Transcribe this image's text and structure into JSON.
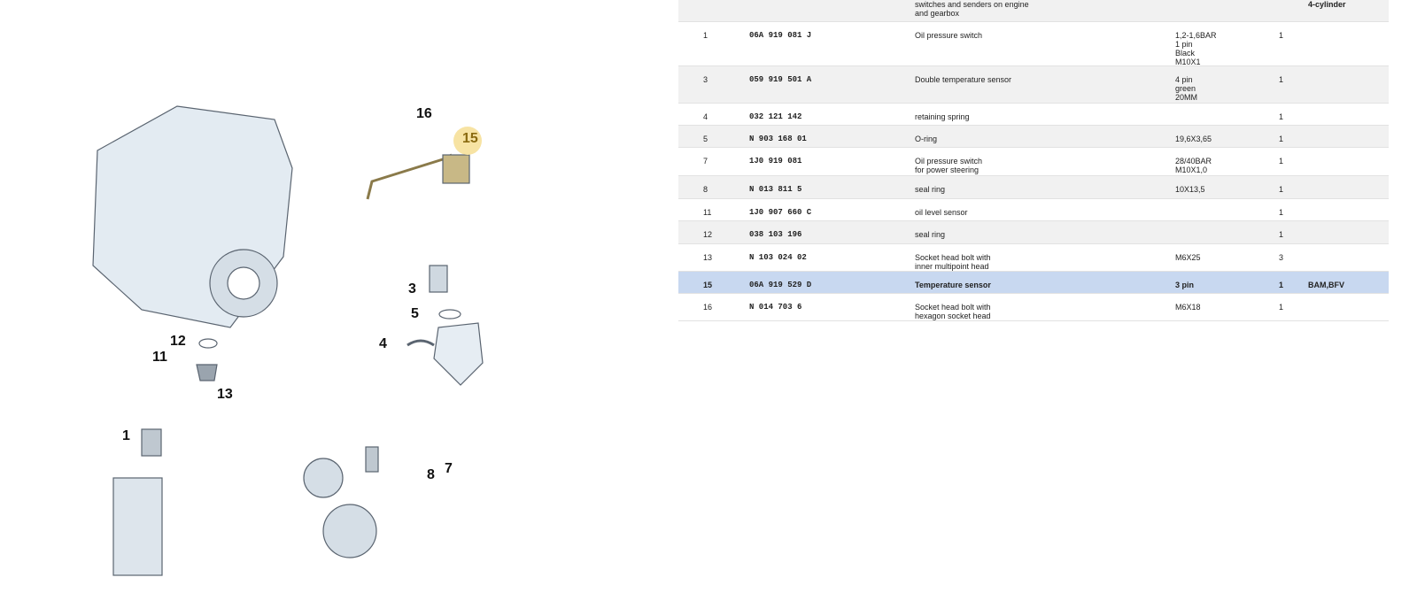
{
  "header": {
    "description": "switches and senders on engine\nand gearbox",
    "model": "4-cylinder"
  },
  "rows": [
    {
      "pos": "1",
      "part": "06A 919 081 J",
      "desc": "Oil pressure switch",
      "note": "1,2-1,6BAR\n1 pin\nBlack\nM10X1",
      "qty": "1",
      "model": ""
    },
    {
      "pos": "3",
      "part": "059 919 501 A",
      "desc": "Double temperature sensor",
      "note": "4 pin\ngreen\n20MM",
      "qty": "1",
      "model": ""
    },
    {
      "pos": "4",
      "part": "032 121 142",
      "desc": "retaining spring",
      "note": "",
      "qty": "1",
      "model": ""
    },
    {
      "pos": "5",
      "part": "N   903 168 01",
      "desc": "O-ring",
      "note": "19,6X3,65",
      "qty": "1",
      "model": ""
    },
    {
      "pos": "7",
      "part": "1J0 919 081",
      "desc": "Oil pressure switch\nfor power steering",
      "note": "28/40BAR\nM10X1,0",
      "qty": "1",
      "model": ""
    },
    {
      "pos": "8",
      "part": "N   013 811 5",
      "desc": "seal ring",
      "note": "10X13,5",
      "qty": "1",
      "model": ""
    },
    {
      "pos": "11",
      "part": "1J0 907 660 C",
      "desc": "oil level sensor",
      "note": "",
      "qty": "1",
      "model": ""
    },
    {
      "pos": "12",
      "part": "038 103 196",
      "desc": "seal ring",
      "note": "",
      "qty": "1",
      "model": ""
    },
    {
      "pos": "13",
      "part": "N   103 024 02",
      "desc": "Socket head bolt with\ninner multipoint head",
      "note": "M6X25",
      "qty": "3",
      "model": ""
    },
    {
      "pos": "15",
      "part": "06A 919 529 D",
      "desc": "Temperature sensor",
      "note": "3 pin",
      "qty": "1",
      "model": "BAM,BFV"
    },
    {
      "pos": "16",
      "part": "N   014 703 6",
      "desc": "Socket head bolt with\nhexagon socket head",
      "note": "M6X18",
      "qty": "1",
      "model": ""
    }
  ],
  "callouts": {
    "c16": "16",
    "c15": "15",
    "c3": "3",
    "c5": "5",
    "c4": "4",
    "c12": "12",
    "c11": "11",
    "c13": "13",
    "c1": "1",
    "c7": "7",
    "c8": "8"
  },
  "colors": {
    "highlight_row": "#c8d8f0",
    "highlight_callout": "#f7e3a3"
  }
}
